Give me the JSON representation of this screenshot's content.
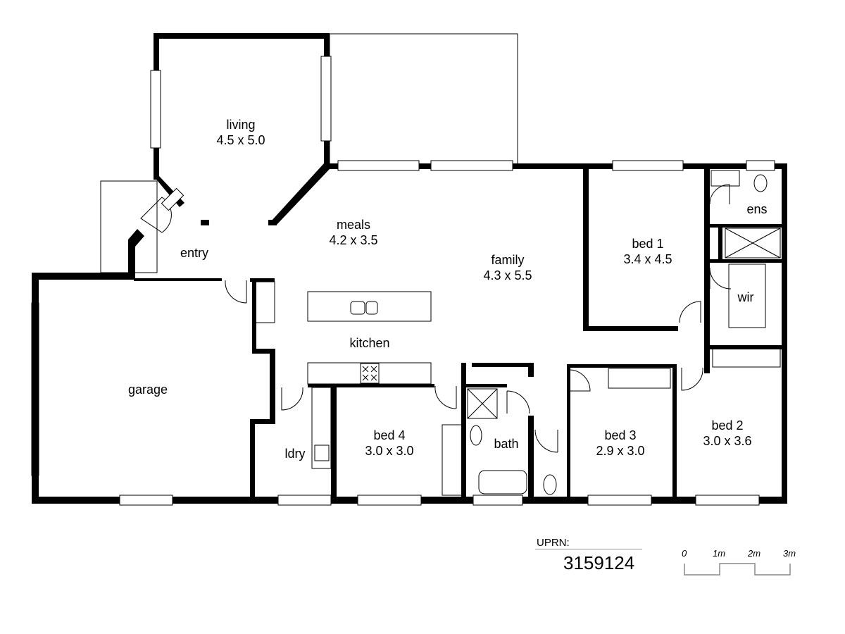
{
  "rooms": {
    "living": {
      "name": "living",
      "size": "4.5 x 5.0"
    },
    "meals": {
      "name": "meals",
      "size": "4.2 x 3.5"
    },
    "family": {
      "name": "family",
      "size": "4.3 x 5.5"
    },
    "bed1": {
      "name": "bed 1",
      "size": "3.4 x 4.5"
    },
    "ens": {
      "name": "ens"
    },
    "wir": {
      "name": "wir"
    },
    "entry": {
      "name": "entry"
    },
    "kitchen": {
      "name": "kitchen"
    },
    "garage": {
      "name": "garage"
    },
    "ldry": {
      "name": "ldry"
    },
    "bed4": {
      "name": "bed 4",
      "size": "3.0 x 3.0"
    },
    "bath": {
      "name": "bath"
    },
    "bed3": {
      "name": "bed 3",
      "size": "2.9 x 3.0"
    },
    "bed2": {
      "name": "bed 2",
      "size": "3.0 x 3.6"
    }
  },
  "uprn": {
    "label": "UPRN:",
    "number": "3159124"
  },
  "scale": {
    "labels": [
      "0",
      "1m",
      "2m",
      "3m"
    ]
  }
}
